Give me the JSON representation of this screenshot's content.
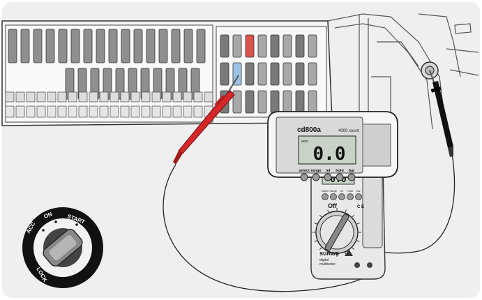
{
  "meter": {
    "model": "cd800a",
    "count": "4000 count",
    "mode": "auto",
    "reading": "0.0",
    "reading_small": "0.0",
    "buttons": [
      "select",
      "range",
      "rel",
      "hold",
      "bar"
    ],
    "body_buttons": [
      "select",
      "range",
      "rel",
      "hold",
      "bar"
    ],
    "off_label": "Off",
    "brand": "sunwa",
    "subtitle_line1": "digital",
    "subtitle_line2": "multitester",
    "ce_mark": "C E"
  },
  "ignition": {
    "positions": [
      "LOCK",
      "ACC",
      "ON",
      "START"
    ]
  },
  "fuse_box": {
    "highlight_red": "#d9534f",
    "highlight_blue": "#9cc3e6",
    "fuse_color": "#8f8f8f"
  },
  "colors": {
    "probe_red": "#d62728",
    "probe_black": "#111111",
    "panel_bg": "#eeeeee",
    "outline": "#333333"
  }
}
